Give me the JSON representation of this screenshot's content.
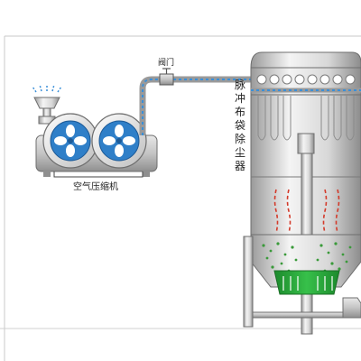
{
  "labels": {
    "valve": "阀门",
    "compressor": "空气压缩机",
    "collector": "脉冲布袋除尘器"
  },
  "colors": {
    "pipe_blue": "#3a8fd8",
    "fan_blue": "#2f7fc8",
    "hot_red": "#d33a2a",
    "dust_green": "#3a9a3a",
    "hopper_green": "#27a33a",
    "metal_light": "#f0f0f0",
    "metal_dark": "#8a8a8a"
  }
}
